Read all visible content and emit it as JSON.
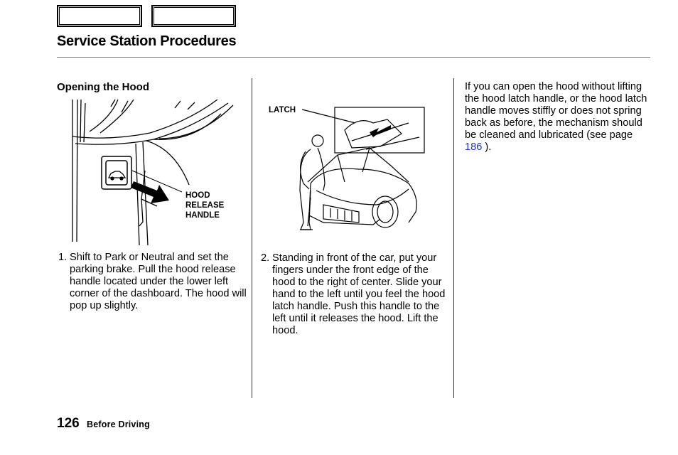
{
  "page": {
    "title": "Service Station Procedures",
    "subheading": "Opening the Hood"
  },
  "figures": {
    "hood_release": {
      "label_lines": [
        "HOOD",
        "RELEASE",
        "HANDLE"
      ]
    },
    "latch": {
      "label": "LATCH"
    }
  },
  "steps": [
    {
      "num": "1.",
      "text": "Shift to Park or Neutral and set the parking brake. Pull the hood release handle located under the lower left corner of the dashboard. The hood will pop up slightly."
    },
    {
      "num": "2.",
      "text": "Standing in front of the car, put your fingers under the front edge of the hood to the right of center. Slide your hand to the left until you feel the hood latch handle. Push this handle to the left until it releases the hood. Lift the hood."
    }
  ],
  "note": {
    "before": "If you can open the hood without lifting the hood latch handle, or the hood latch handle moves stiffly or does not spring back as before, the mechanism should be cleaned and lubricated (see page ",
    "link": "186",
    "after": " )."
  },
  "footer": {
    "page_number": "126",
    "section": "Before Driving"
  },
  "colors": {
    "link": "#2233cc"
  }
}
